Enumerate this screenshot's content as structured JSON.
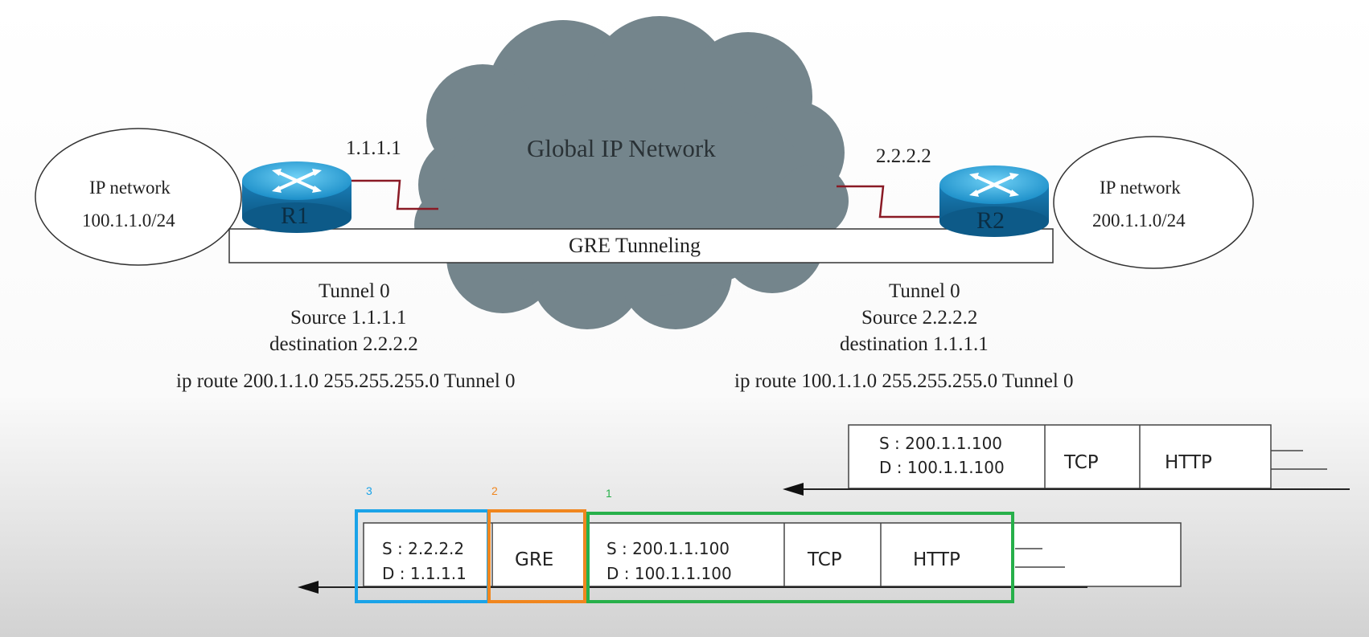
{
  "cloud": {
    "label": "Global IP Network",
    "color": "#74858c"
  },
  "left_network": {
    "title": "IP network",
    "subnet": "100.1.1.0/24"
  },
  "right_network": {
    "title": "IP network",
    "subnet": "200.1.1.0/24"
  },
  "router_left": {
    "label": "R1",
    "ip": "1.1.1.1"
  },
  "router_right": {
    "label": "R2",
    "ip": "2.2.2.2"
  },
  "tunnel_bar": {
    "label": "GRE Tunneling"
  },
  "config_left": {
    "line1": "Tunnel 0",
    "line2": "Source  1.1.1.1",
    "line3": "destination  2.2.2.2",
    "route": "ip route 200.1.1.0 255.255.255.0 Tunnel 0"
  },
  "config_right": {
    "line1": "Tunnel 0",
    "line2": "Source  2.2.2.2",
    "line3": "destination  1.1.1.1",
    "route": "ip route 100.1.1.0 255.255.255.0 Tunnel 0"
  },
  "packet_original": {
    "src": "S : 200.1.1.100",
    "dst": "D : 100.1.1.100",
    "tcp": "TCP",
    "http": "HTTP"
  },
  "packet_encapsulated": {
    "outer_src": "S : 2.2.2.2",
    "outer_dst": "D : 1.1.1.1",
    "gre": "GRE",
    "inner_src": "S : 200.1.1.100",
    "inner_dst": "D : 100.1.1.100",
    "tcp": "TCP",
    "http": "HTTP"
  },
  "highlights": [
    {
      "number": "3",
      "color": "#1aa3e8"
    },
    {
      "number": "2",
      "color": "#f0861e"
    },
    {
      "number": "1",
      "color": "#27b04a"
    }
  ]
}
